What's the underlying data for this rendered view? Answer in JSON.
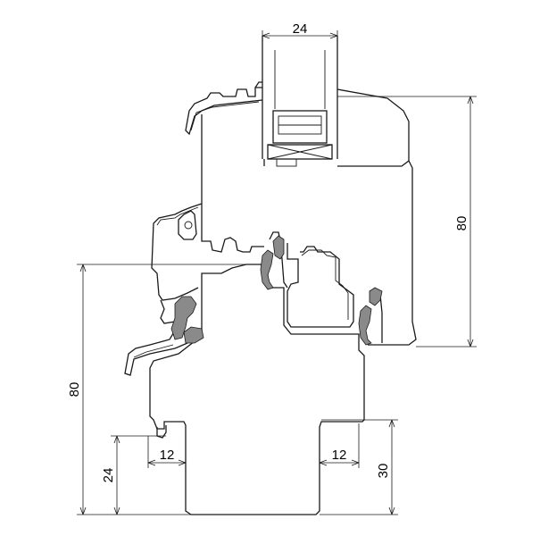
{
  "dimensions": {
    "glazing_thickness": "24",
    "sash_height": "80",
    "frame_height": "80",
    "bottom_left_offset": "12",
    "bottom_right_offset": "12",
    "left_groove_height": "24",
    "right_groove_height": "30"
  }
}
